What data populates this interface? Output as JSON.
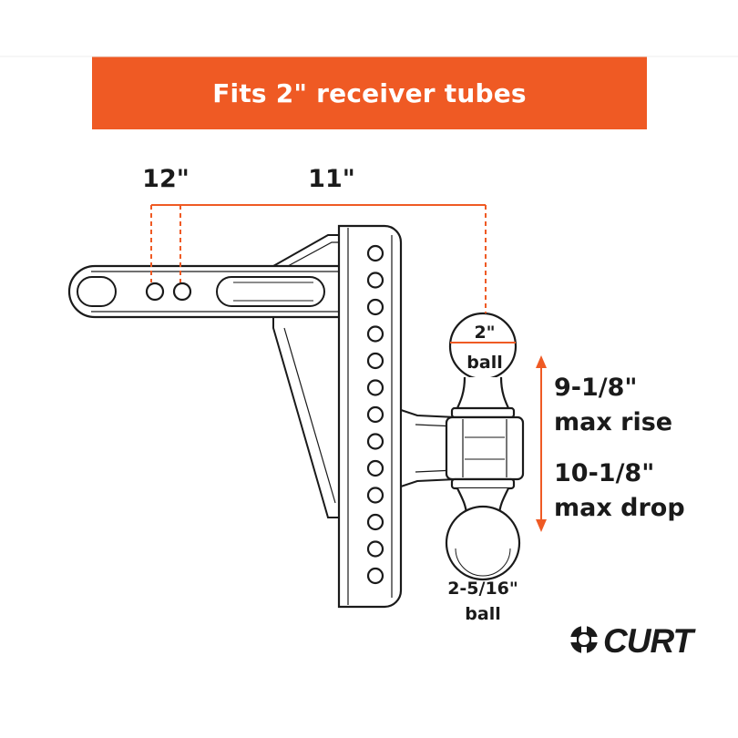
{
  "banner": {
    "text": "Fits 2\" receiver tubes"
  },
  "dimensions": {
    "pin_12": "12\"",
    "pin_11": "11\"",
    "rise_value": "9-1/8\"",
    "rise_label": "max rise",
    "drop_value": "10-1/8\"",
    "drop_label": "max drop"
  },
  "balls": {
    "top_size": "2\"",
    "top_label": "ball",
    "bottom_size": "2-5/16\"",
    "bottom_label": "ball"
  },
  "brand": {
    "name": "CURT",
    "icon": "curt-logo-icon"
  },
  "colors": {
    "accent": "#ef5a24",
    "ink": "#1a1a1a"
  }
}
